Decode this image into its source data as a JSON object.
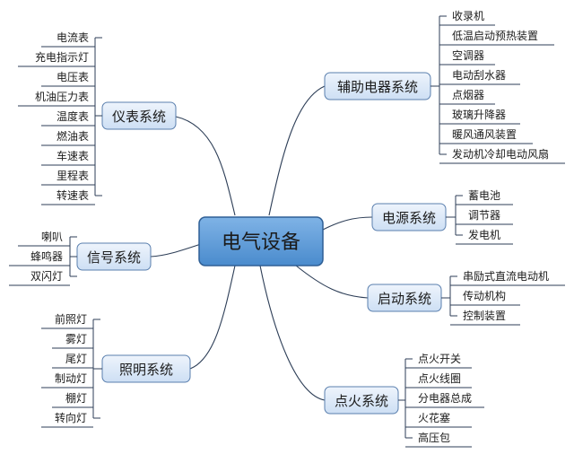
{
  "center": "电气设备",
  "branches": {
    "instruments": {
      "label": "仪表系统",
      "items": [
        "电流表",
        "充电指示灯",
        "电压表",
        "机油压力表",
        "温度表",
        "燃油表",
        "车速表",
        "里程表",
        "转速表"
      ]
    },
    "signal": {
      "label": "信号系统",
      "items": [
        "喇叭",
        "蜂鸣器",
        "双闪灯"
      ]
    },
    "lighting": {
      "label": "照明系统",
      "items": [
        "前照灯",
        "雾灯",
        "尾灯",
        "制动灯",
        "棚灯",
        "转向灯"
      ]
    },
    "auxiliary": {
      "label": "辅助电器系统",
      "items": [
        "收录机",
        "低温启动预热装置",
        "空调器",
        "电动刮水器",
        "点烟器",
        "玻璃升降器",
        "暖风通风装置",
        "发动机冷却电动风扇"
      ]
    },
    "power": {
      "label": "电源系统",
      "items": [
        "蓄电池",
        "调节器",
        "发电机"
      ]
    },
    "starting": {
      "label": "启动系统",
      "items": [
        "串励式直流电动机",
        "传动机构",
        "控制装置"
      ]
    },
    "ignition": {
      "label": "点火系统",
      "items": [
        "点火开关",
        "点火线圈",
        "分电器总成",
        "火花塞",
        "高压包"
      ]
    }
  },
  "colors": {
    "node_fill": "#dce8f7",
    "node_border": "#5a7fae",
    "center_fill": "#5b9bd8",
    "center_border": "#2f5f95",
    "line": "#2d3e57"
  }
}
